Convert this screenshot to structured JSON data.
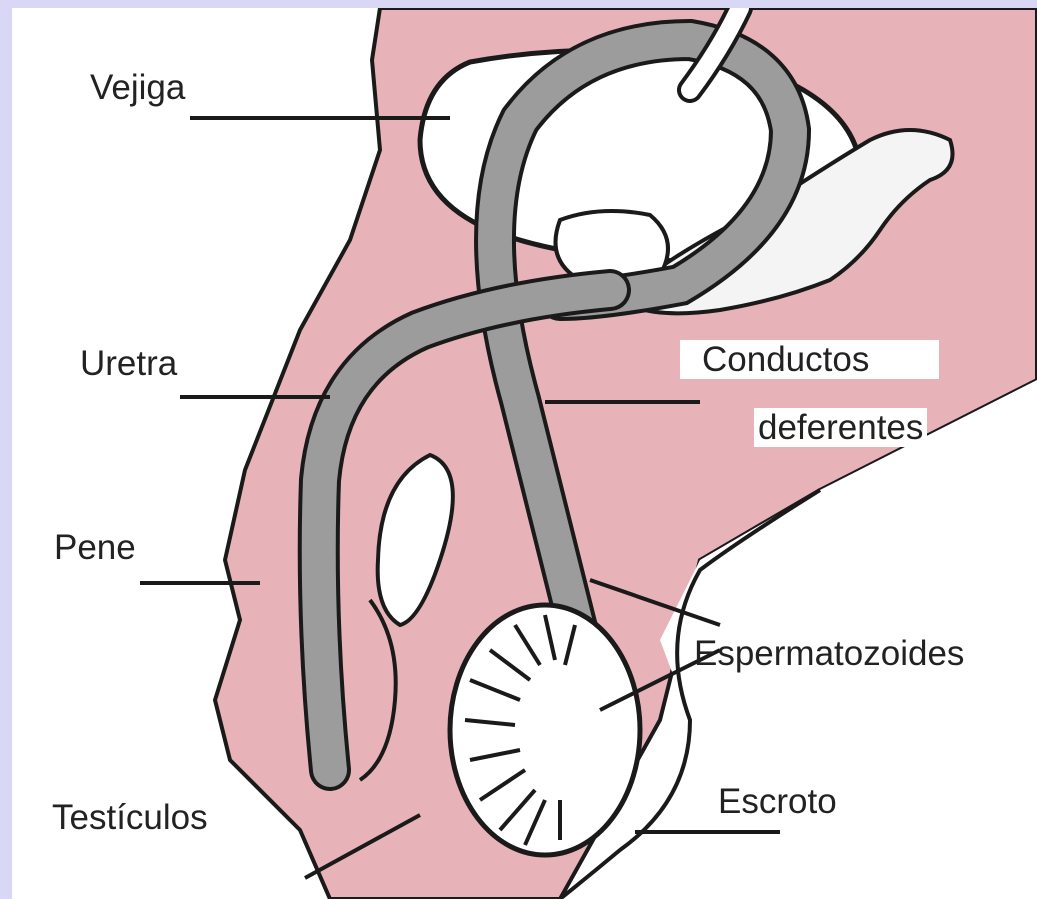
{
  "diagram": {
    "labels": {
      "vejiga": "Vejiga",
      "uretra": "Uretra",
      "conductos_line1": "Conductos",
      "conductos_line2": "deferentes",
      "pene": "Pene",
      "espermatozoides": "Espermatozoides",
      "escroto": "Escroto",
      "testiculos": "Testículos"
    },
    "colors": {
      "tissue_pink": "#e7b3b8",
      "duct_gray": "#9c9c9c",
      "outline": "#1a1a1a",
      "border_lavender": "#d8d8f6"
    }
  }
}
